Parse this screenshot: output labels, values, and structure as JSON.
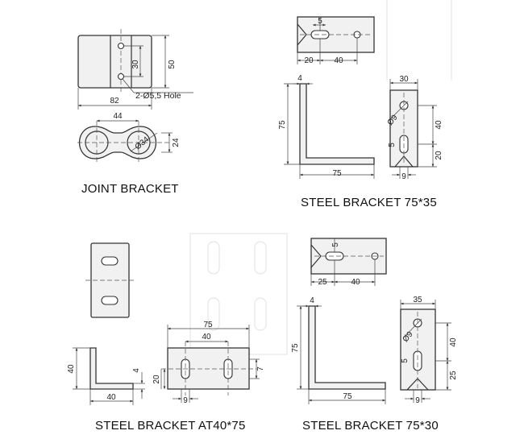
{
  "captions": {
    "joint": "JOINT BRACKET",
    "steel_75_35": "STEEL BRACKET 75*35",
    "at40_75": "STEEL BRACKET AT40*75",
    "steel_75_30": "STEEL BRACKET 75*30"
  },
  "joint_bracket": {
    "dim_30": "30",
    "dim_50": "50",
    "dim_82": "82",
    "hole_note": "2-Ø5,5 Hole",
    "dim_44": "44",
    "dim_dia34": "Ø34",
    "dim_24": "24"
  },
  "steel_75_35": {
    "top_dim_5": "5",
    "top_dim_20": "20",
    "top_dim_40": "40",
    "side_dim_4": "4",
    "side_dim_75v": "75",
    "side_dim_75h": "75",
    "front_dim_30": "30",
    "front_dim_dia9": "Ø9",
    "front_dim_40": "40",
    "front_dim_5": "5",
    "front_dim_20": "20",
    "front_dim_9": "9"
  },
  "at40_75": {
    "side_dim_40v": "40",
    "side_dim_4": "4",
    "side_dim_40h": "40",
    "front_dim_75": "75",
    "front_dim_40": "40",
    "front_dim_20": "20",
    "front_dim_7": "7",
    "front_dim_9": "9"
  },
  "steel_75_30": {
    "top_dim_5": "5",
    "top_dim_25": "25",
    "top_dim_40": "40",
    "side_dim_4": "4",
    "side_dim_75v": "75",
    "side_dim_75h": "75",
    "front_dim_35": "35",
    "front_dim_dia9": "Ø9",
    "front_dim_40": "40",
    "front_dim_5": "5",
    "front_dim_25": "25",
    "front_dim_9": "9"
  }
}
